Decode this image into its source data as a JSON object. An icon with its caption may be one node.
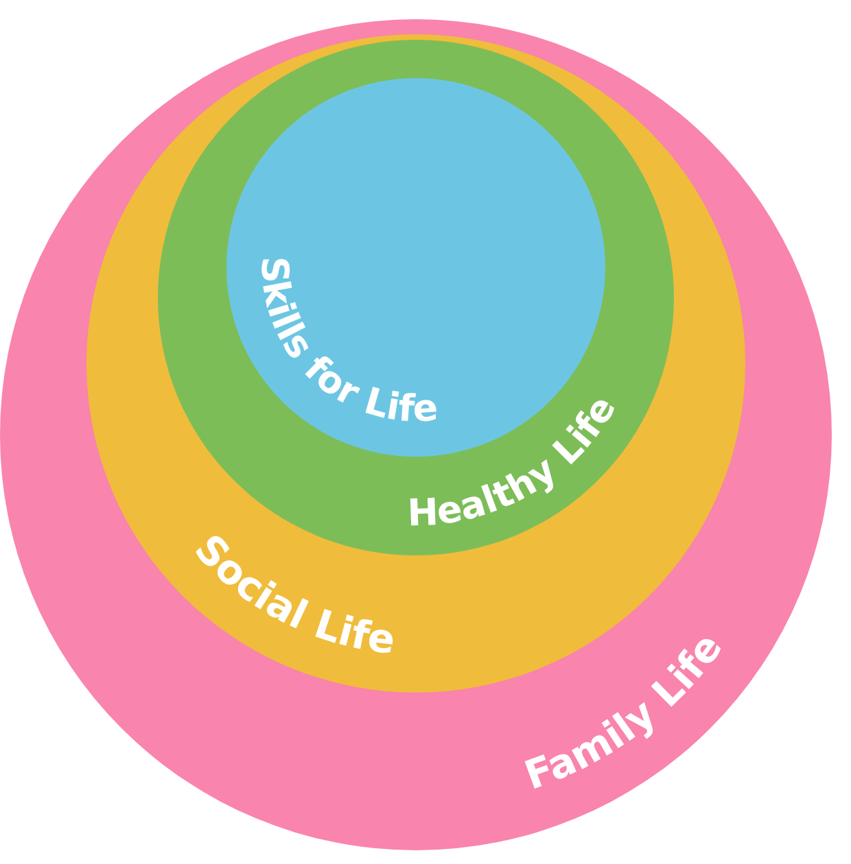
{
  "diagram": {
    "nodes": [
      {
        "text": [
          "Family Life"
        ]
      },
      {
        "text": [
          "Social Life"
        ],
        "in": 0
      },
      {
        "text": [
          "Healthy Life"
        ],
        "in": 1
      },
      {
        "text": [
          "Skills for Life"
        ],
        "in": 2
      }
    ]
  }
}
